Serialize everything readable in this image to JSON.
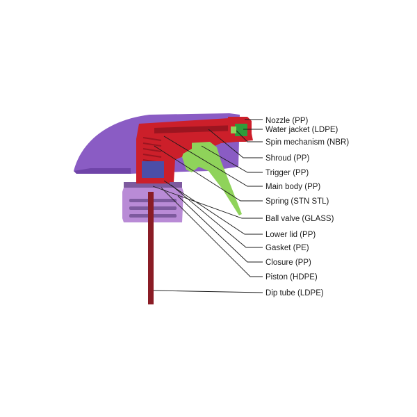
{
  "diagram": {
    "labels": [
      {
        "key": "nozzle",
        "text": "Nozzle (PP)"
      },
      {
        "key": "water_jacket",
        "text": "Water jacket (LDPE)"
      },
      {
        "key": "spin_mechanism",
        "text": "Spin mechanism (NBR)"
      },
      {
        "key": "shroud",
        "text": "Shroud (PP)"
      },
      {
        "key": "trigger",
        "text": "Trigger (PP)"
      },
      {
        "key": "main_body",
        "text": "Main body (PP)"
      },
      {
        "key": "spring",
        "text": "Spring (STN STL)"
      },
      {
        "key": "ball_valve",
        "text": "Ball valve (GLASS)"
      },
      {
        "key": "lower_lid",
        "text": "Lower lid (PP)"
      },
      {
        "key": "gasket",
        "text": "Gasket (PE)"
      },
      {
        "key": "closure",
        "text": "Closure (PP)"
      },
      {
        "key": "piston",
        "text": "Piston (HDPE)"
      },
      {
        "key": "dip_tube",
        "text": "Dip tube (LDPE)"
      }
    ],
    "colors": {
      "shroud": "#8a5cc4",
      "shroud_dark": "#6f44a8",
      "body": "#cc1f2a",
      "body_dark": "#9b1520",
      "trigger": "#8fd35a",
      "nozzle_inner": "#2f9c3a",
      "piston": "#4b4ea8",
      "closure": "#b98bd6",
      "closure_dark": "#7d5a9e",
      "tube": "#8a1c25",
      "leader": "#1a1a1a"
    }
  }
}
